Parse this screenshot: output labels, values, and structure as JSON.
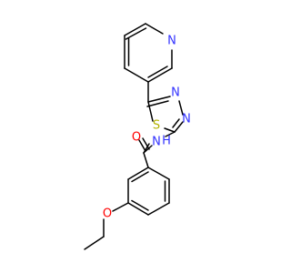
{
  "molecule": {
    "colors": {
      "bond": "#000000",
      "N": "#3333ff",
      "O": "#ff0000",
      "S": "#b3b300",
      "background": "#ffffff"
    },
    "atoms": {
      "n_pyridine": "N",
      "n_thiadiazole_3": "N",
      "n_thiadiazole_4": "N",
      "s_thiadiazole": "S",
      "n_amide": "N",
      "h_amide": "H",
      "o_carbonyl": "O",
      "o_ether": "O"
    }
  }
}
